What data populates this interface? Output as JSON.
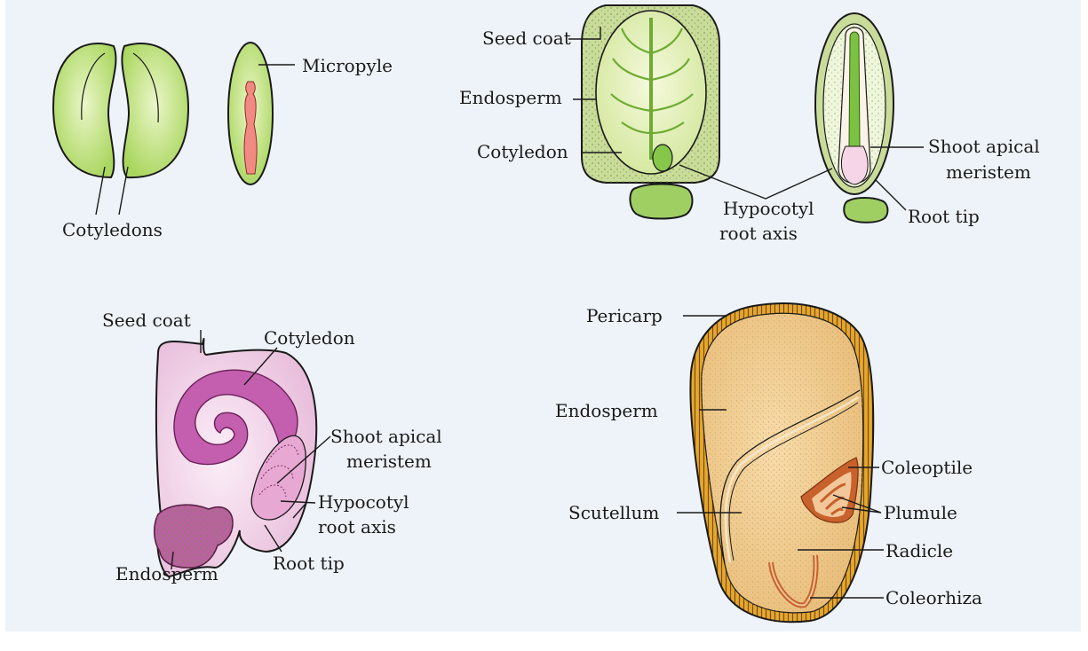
{
  "colors": {
    "background": "#eef3f9",
    "cotyledon_green": "#bde07a",
    "embryo_green": "#7cc242",
    "endosperm_green": "#c9dc9a",
    "pink": "#e7b9d9",
    "magenta": "#c35fae",
    "maize_tan": "#f0c98c",
    "pericarp_yellow": "#e6a72e",
    "embryo_brown": "#c8612c"
  },
  "icons": [
    "bean-cotyledons",
    "bean-embryo",
    "castor-seed",
    "castor-seed-section",
    "bean-seed-coiled",
    "maize-grain"
  ],
  "labels": {
    "cotyledons": "Cotyledons",
    "micropyle": "Micropyle",
    "castor_seed_coat": "Seed coat",
    "castor_endosperm": "Endosperm",
    "castor_cotyledon": "Cotyledon",
    "castor_hypocotyl_1": "Hypocotyl",
    "castor_hypocotyl_2": "root axis",
    "castor_shoot_1": "Shoot apical",
    "castor_shoot_2": "meristem",
    "castor_root_tip": "Root tip",
    "bean_seed_coat": "Seed coat",
    "bean_cotyledon": "Cotyledon",
    "bean_shoot_1": "Shoot apical",
    "bean_shoot_2": "meristem",
    "bean_hypocotyl_1": "Hypocotyl",
    "bean_hypocotyl_2": "root axis",
    "bean_endosperm": "Endosperm",
    "bean_root_tip": "Root tip",
    "maize_pericarp": "Pericarp",
    "maize_endosperm": "Endosperm",
    "maize_scutellum": "Scutellum",
    "maize_coleoptile": "Coleoptile",
    "maize_plumule": "Plumule",
    "maize_radicle": "Radicle",
    "maize_coleorhiza": "Coleorhiza"
  }
}
